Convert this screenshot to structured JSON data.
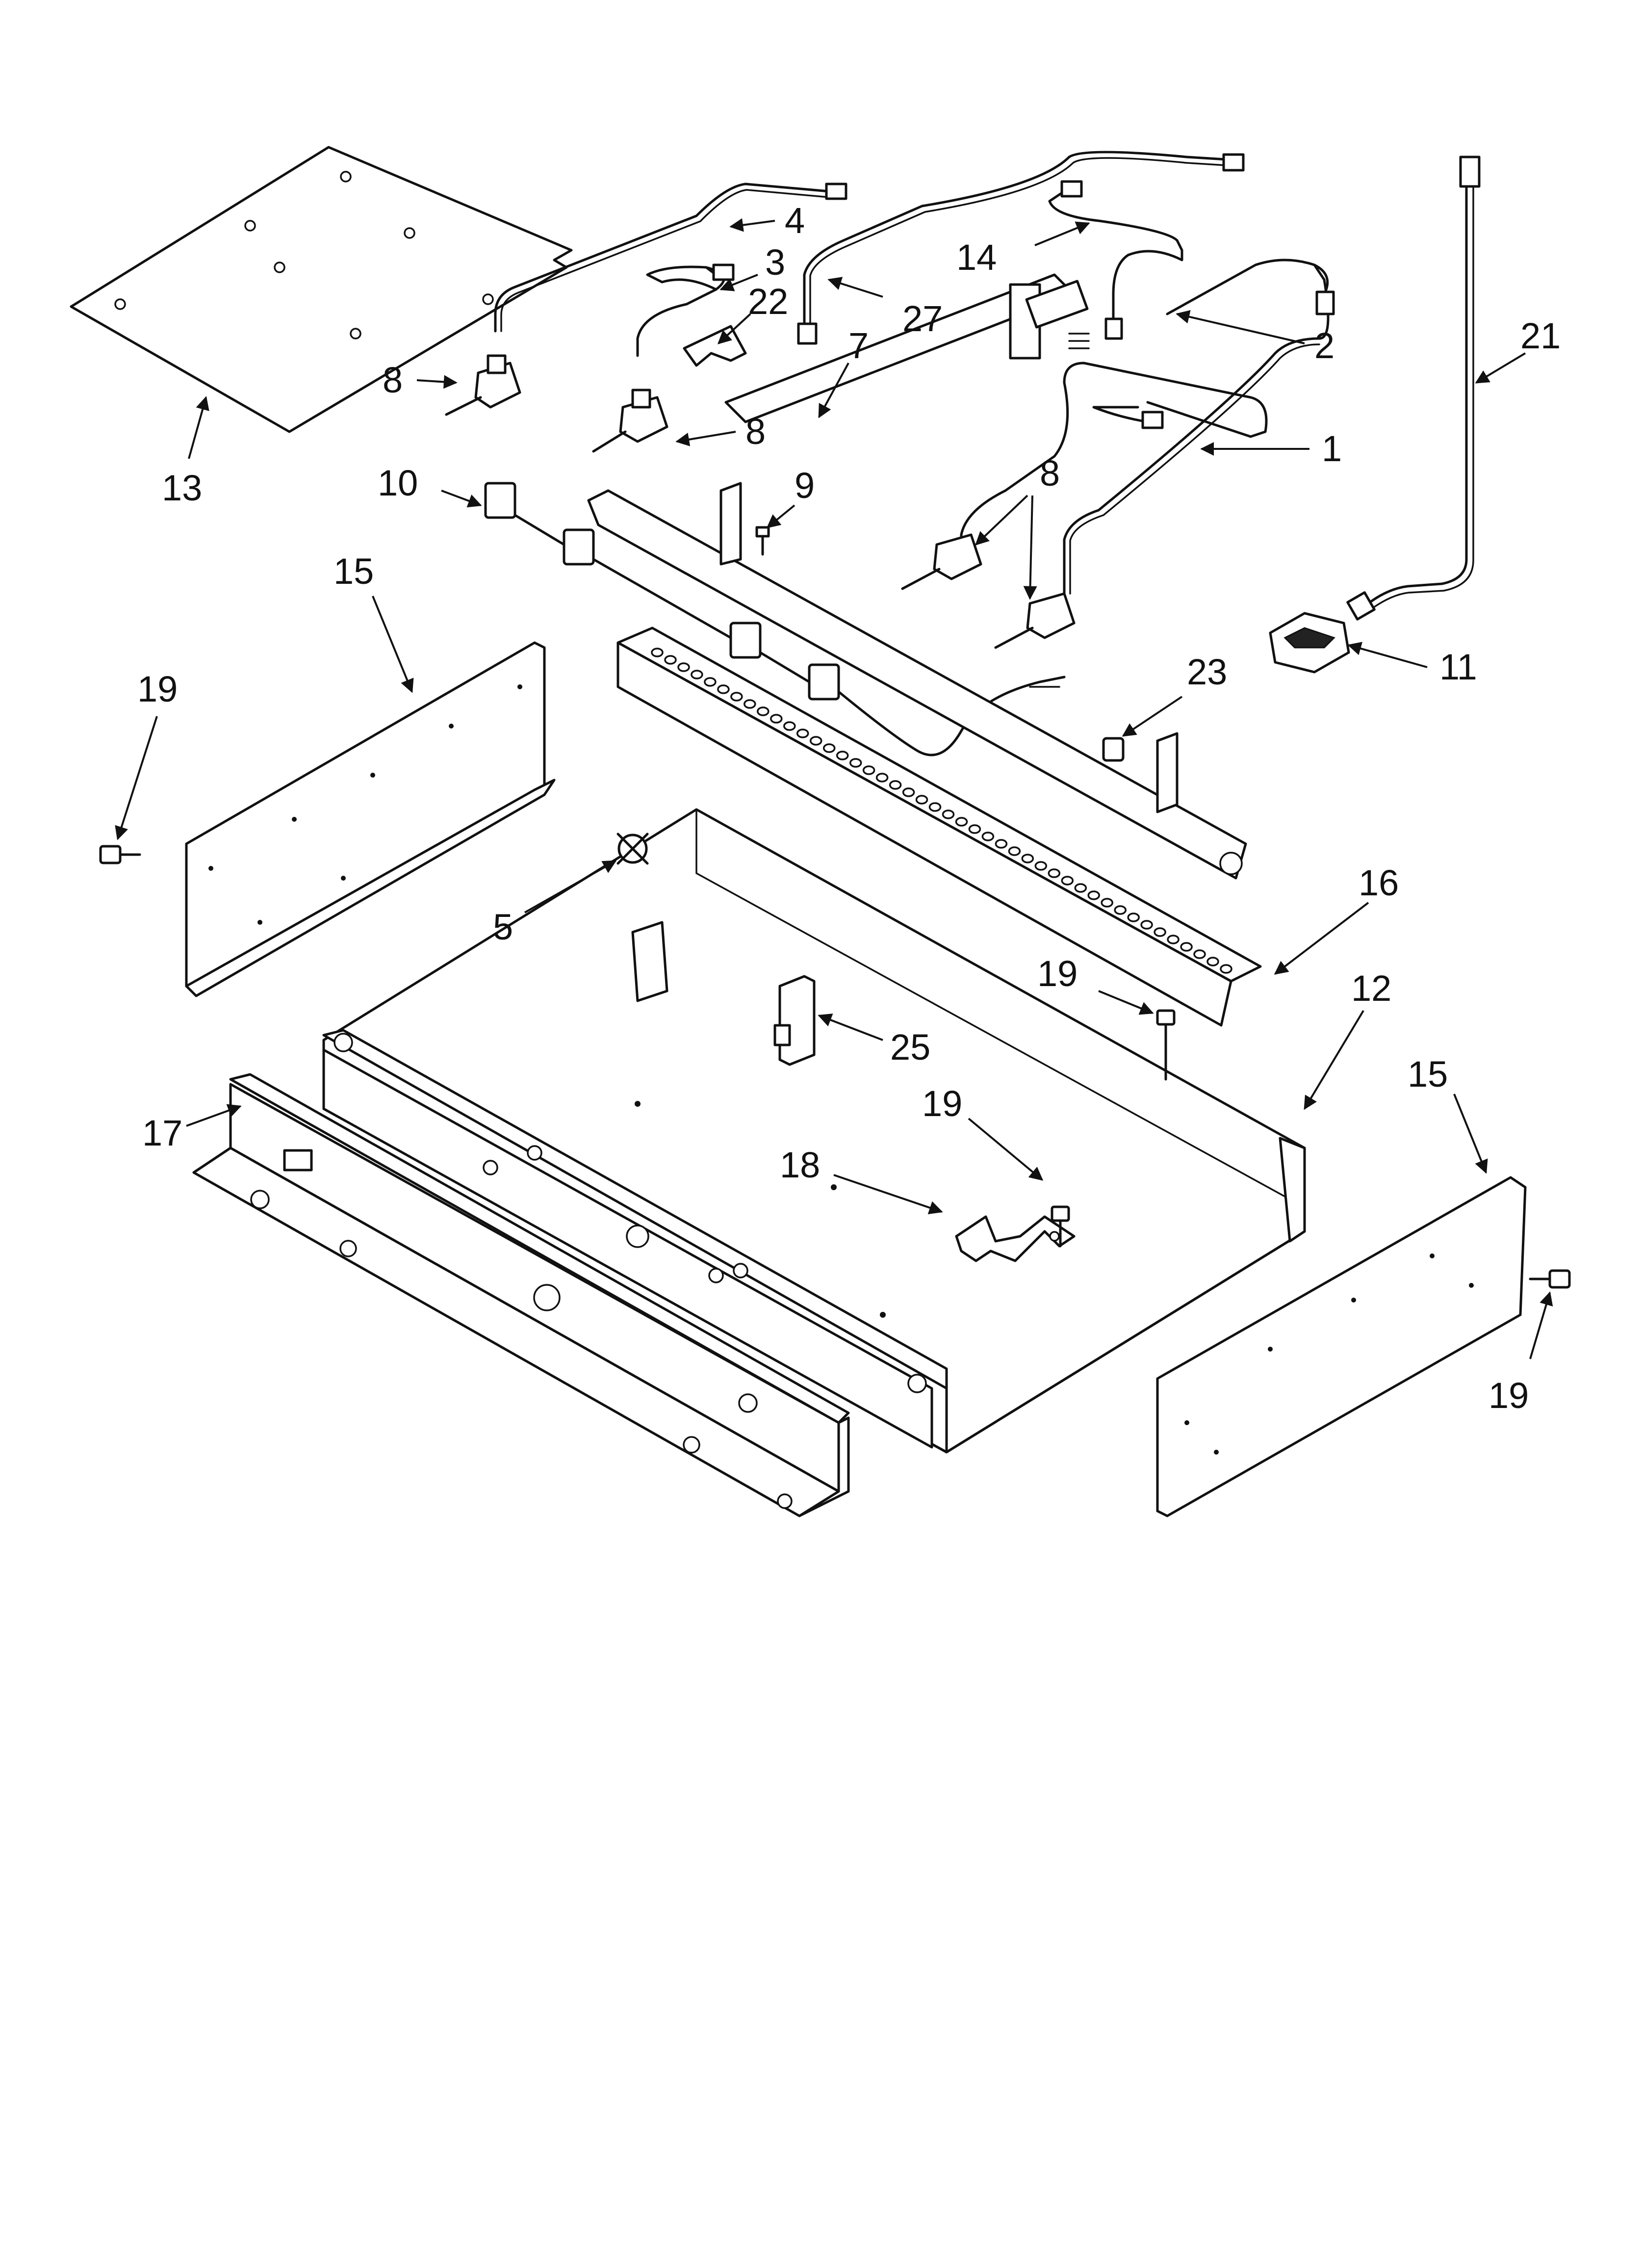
{
  "callouts": [
    {
      "label": "4"
    },
    {
      "label": "3"
    },
    {
      "label": "22"
    },
    {
      "label": "27"
    },
    {
      "label": "14"
    },
    {
      "label": "7"
    },
    {
      "label": "2"
    },
    {
      "label": "21"
    },
    {
      "label": "1"
    },
    {
      "label": "8"
    },
    {
      "label": "8"
    },
    {
      "label": "8"
    },
    {
      "label": "13"
    },
    {
      "label": "10"
    },
    {
      "label": "9"
    },
    {
      "label": "15"
    },
    {
      "label": "19"
    },
    {
      "label": "23"
    },
    {
      "label": "11"
    },
    {
      "label": "5"
    },
    {
      "label": "16"
    },
    {
      "label": "19"
    },
    {
      "label": "12"
    },
    {
      "label": "25"
    },
    {
      "label": "19"
    },
    {
      "label": "15"
    },
    {
      "label": "17"
    },
    {
      "label": "18"
    },
    {
      "label": "19"
    }
  ]
}
